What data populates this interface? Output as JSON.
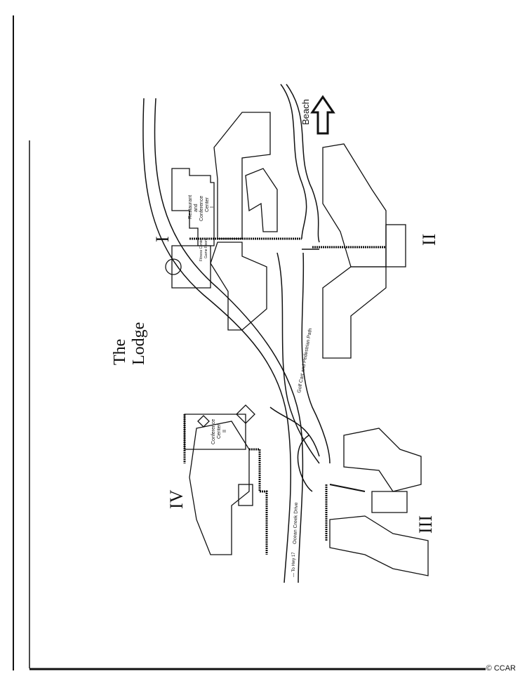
{
  "map": {
    "title_line1": "The",
    "title_line2": "Lodge",
    "beach_label": "Beach",
    "sections": {
      "one": "I",
      "two": "II",
      "three": "III",
      "four": "IV"
    },
    "buildings": {
      "restaurant": [
        "Restaurant",
        "and",
        "Conference",
        "Center",
        "I"
      ],
      "fitness": [
        "Fitness Center",
        "Game Room"
      ],
      "conference2": [
        "Conference",
        "Center",
        "II"
      ]
    },
    "roads": {
      "path": "Golf Cart and Pedestrian Path",
      "drive": "Ocean Creek Drive",
      "hwy": "— To Hwy 17"
    },
    "colors": {
      "ink": "#111111",
      "paper": "#ffffff"
    }
  },
  "footer": {
    "copyright": "© CCAR"
  }
}
